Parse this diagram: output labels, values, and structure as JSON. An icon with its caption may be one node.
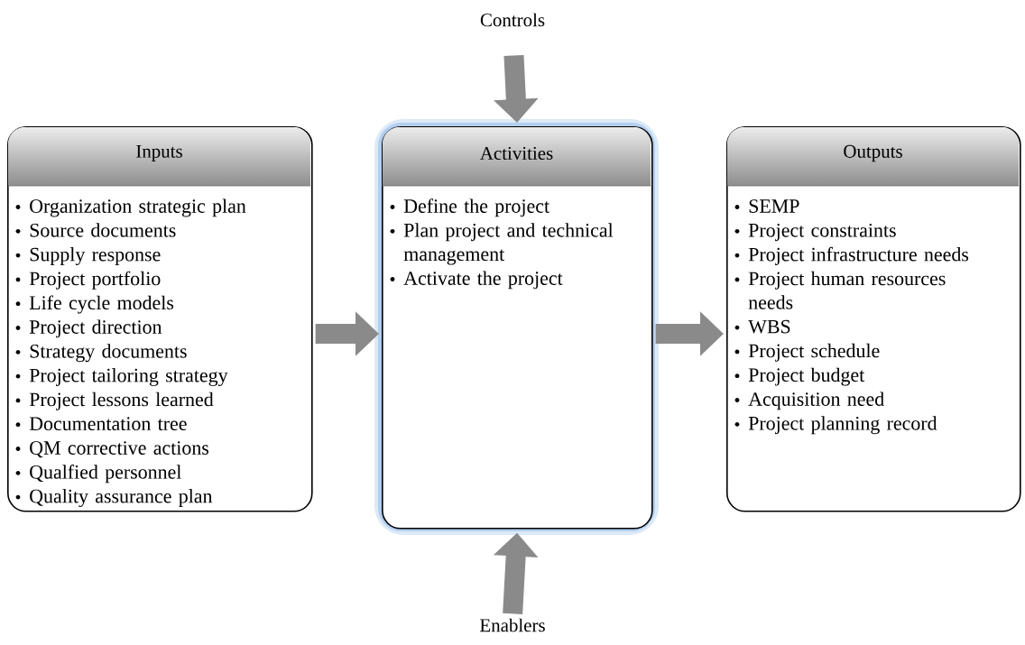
{
  "diagram": {
    "nodes": [
      {
        "text": [
          "Controls"
        ]
      },
      {
        "text": [
          "Inputs",
          "Organization strategic plan",
          "Source documents",
          "Supply response",
          "Project portfolio",
          "Life cycle models",
          "Project direction",
          "Strategy documents",
          "Project tailoring strategy",
          "Project lessons learned",
          "Documentation tree",
          "QM corrective actions",
          "Qualfied personnel",
          "Quality assurance plan"
        ]
      },
      {
        "text": [
          "Activities",
          "Define the project",
          "Plan project and technical management",
          "Activate the project"
        ]
      },
      {
        "text": [
          "Outputs",
          "SEMP",
          "Project constraints",
          "Project infrastructure needs",
          "Project human resources needs",
          "WBS",
          "Project schedule",
          "Project budget",
          "Acquisition need",
          "Project planning record"
        ]
      },
      {
        "text": [
          "Enablers"
        ]
      }
    ],
    "edges": [
      {
        "from": 0,
        "to": 2,
        "arrow": "to"
      },
      {
        "from": 1,
        "to": 2,
        "arrow": "to"
      },
      {
        "from": 2,
        "to": 3,
        "arrow": "to"
      },
      {
        "from": 4,
        "to": 2,
        "arrow": "to"
      }
    ]
  }
}
